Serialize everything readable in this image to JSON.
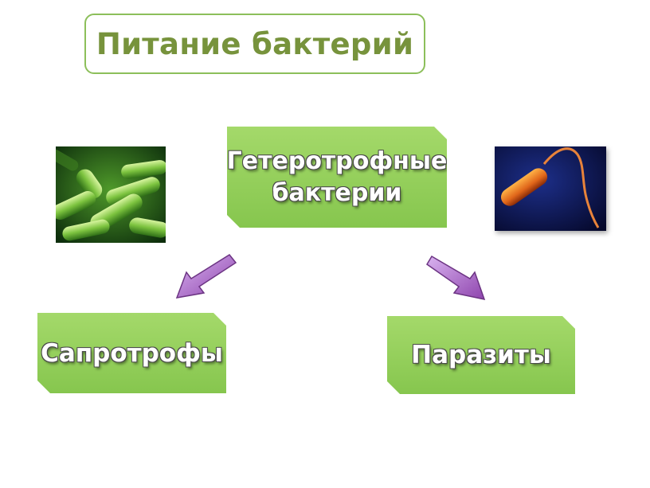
{
  "title": {
    "text": "Питание бактерий"
  },
  "nodes": {
    "main": {
      "line1": "Гетеротрофные",
      "line2": "бактерии"
    },
    "left": {
      "label": "Сапротрофы"
    },
    "right": {
      "label": "Паразиты"
    }
  },
  "images": {
    "left": {
      "icon": "green-rod-bacteria-photo"
    },
    "right": {
      "icon": "orange-flagellated-bacterium-photo"
    }
  },
  "colors": {
    "node_fill": "#92cd58",
    "title_text": "#77933c",
    "title_border": "#8cbf5a",
    "arrow_fill": "#9b59b6"
  }
}
